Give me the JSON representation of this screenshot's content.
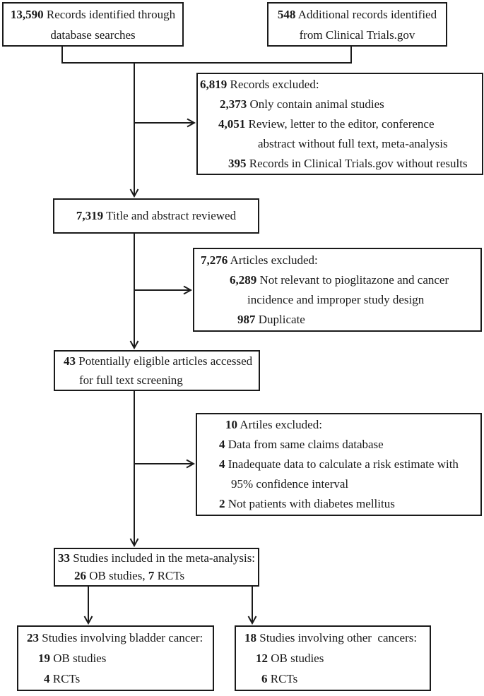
{
  "colors": {
    "line": "#1a1a1a",
    "text": "#1a1a1a",
    "background": "#ffffff"
  },
  "boxes": {
    "identified": {
      "lines": [
        {
          "num": "13,590",
          "text": " Records identified through"
        },
        {
          "text": "database searches"
        }
      ]
    },
    "additional": {
      "lines": [
        {
          "num": "548",
          "text": " Additional records identified"
        },
        {
          "text": "from Clinical Trials.gov"
        }
      ]
    },
    "excluded1": {
      "lines": [
        {
          "num": "6,819",
          "text": " Records excluded:"
        },
        {
          "num": "2,373",
          "text": " Only contain animal studies"
        },
        {
          "num": "4,051",
          "text": " Review, letter to the editor, conference"
        },
        {
          "text": "abstract without full text, meta-analysis"
        },
        {
          "num": "395",
          "text": " Records in Clinical Trials.gov without results"
        }
      ]
    },
    "reviewed": {
      "lines": [
        {
          "num": "7,319",
          "text": " Title and abstract reviewed"
        }
      ]
    },
    "excluded2": {
      "lines": [
        {
          "num": "7,276",
          "text": " Articles excluded:"
        },
        {
          "num": "6,289",
          "text": " Not relevant to pioglitazone and cancer"
        },
        {
          "text": "incidence and improper study design"
        },
        {
          "num": "987",
          "text": " Duplicate"
        }
      ]
    },
    "eligible": {
      "lines": [
        {
          "num": "43",
          "text": " Potentially eligible articles accessed"
        },
        {
          "text": "for full text screening"
        }
      ]
    },
    "excluded3": {
      "lines": [
        {
          "num": "10",
          "text": " Artiles excluded:"
        },
        {
          "num": "4",
          "text": " Data from same claims database"
        },
        {
          "num": "4",
          "text": " Inadequate data to calculate a risk estimate with"
        },
        {
          "text": "95% confidence interval"
        },
        {
          "num": "2",
          "text": " Not patients with diabetes mellitus"
        }
      ]
    },
    "included": {
      "lines": [
        {
          "num": "33",
          "text": " Studies included in the meta-analysis:"
        },
        {
          "num": "26",
          "text": " OB studies, ",
          "num2": "7",
          "text2": " RCTs"
        }
      ]
    },
    "bladder": {
      "lines": [
        {
          "num": "23",
          "text": " Studies involving bladder cancer:"
        },
        {
          "num": "19",
          "text": " OB studies"
        },
        {
          "num": "4",
          "text": " RCTs"
        }
      ]
    },
    "other": {
      "lines": [
        {
          "num": "18",
          "text": " Studies involving other  cancers:"
        },
        {
          "num": "12",
          "text": " OB studies"
        },
        {
          "num": "6",
          "text": " RCTs"
        }
      ]
    }
  }
}
